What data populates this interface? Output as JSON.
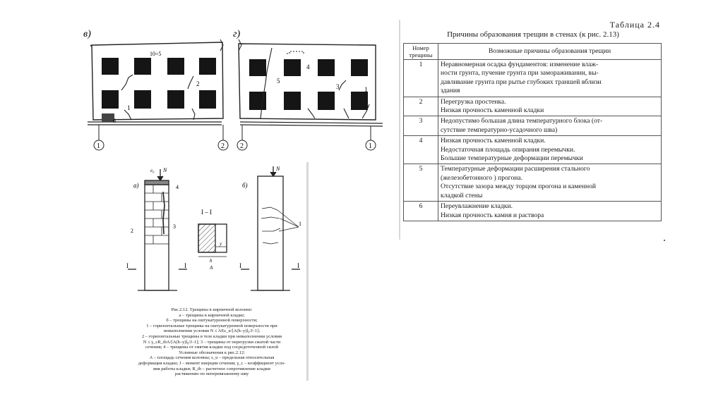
{
  "figure_top": {
    "left_label": "в)",
    "right_label": "г)",
    "tag_left": "10÷5",
    "crack_labels_left": [
      "1",
      "2",
      "6"
    ],
    "crack_labels_right": [
      "1",
      "3",
      "4",
      "5"
    ],
    "axis_labels": [
      "1",
      "2",
      "2",
      "1"
    ]
  },
  "figure_column": {
    "label_a": "а)",
    "label_b": "б)",
    "load_label": "N",
    "eccentricity_label": "e₀",
    "section_label": "I – I",
    "section_mark": "I",
    "dim_h": "h",
    "dim_y": "y",
    "area_label": "A",
    "part_labels": [
      "2",
      "3",
      "4",
      "1"
    ]
  },
  "caption": {
    "lines": [
      "Рис.2.12. Трещины в кирпичной колонне:",
      "а – трещины в кирпичной кладке;",
      "б – трещины на оштукатуренной поверхности;",
      "1 – горизонтальные трещины на оштукатуренной поверхности при",
      "невыполнении условия N ≤ AEε_u/[A(h–y)l₀/J–1];",
      "2 – горизонтальные трещины в теле кладки при невыполнении условия",
      "N ≤ γ_cR_tbA/[A(h–y)l₀/J–1]; 3 – трещины от перегрузки сжатой части",
      "сечения; 4 – трещины от смятия кладки под сосредоточенной силой",
      "Условные обозначения к рис.2.12:",
      "А – площадь сечения колонны; ε_u – предельная относительная",
      "деформация кладки; J – момент инерции сечения; γ_c – коэффициент усло-",
      "вия работы кладки; R_tb – расчетное сопротивление кладки",
      "растяжению по неперевязанному шву"
    ]
  },
  "table": {
    "number": "Таблица 2.4",
    "title": "Причины образования трещин в стенах (к рис. 2.13)",
    "headers": [
      "Номер трещины",
      "Возможные причины образования трещин"
    ],
    "rows": [
      {
        "n": "1",
        "lines": [
          "Неравномерная осадка фундаментов: изменение влаж-",
          "ности грунта, пучение грунта при замораживании, вы-",
          "давливание грунта при рытье глубоких траншей вблизи",
          "здания"
        ]
      },
      {
        "n": "2",
        "lines": [
          "Перегрузка простенка.",
          "Низкая прочность каменной кладки"
        ]
      },
      {
        "n": "3",
        "lines": [
          "Недопустимо большая длина температурного блока (от-",
          "сутствие температурно-усадочного шва)"
        ]
      },
      {
        "n": "4",
        "lines": [
          "Низкая прочность каменной кладки.",
          "Недостаточная площадь опирания перемычки.",
          "Большие температурные деформации перемычки"
        ]
      },
      {
        "n": "5",
        "lines": [
          "Температурные деформации расширения стального",
          "(железобетонного ) прогона.",
          "Отсутствие зазора между торцом прогона и каменной",
          "кладкой стены"
        ]
      },
      {
        "n": "6",
        "lines": [
          "Переувлажнение кладки.",
          "Низкая прочность камня и раствора"
        ]
      }
    ]
  }
}
